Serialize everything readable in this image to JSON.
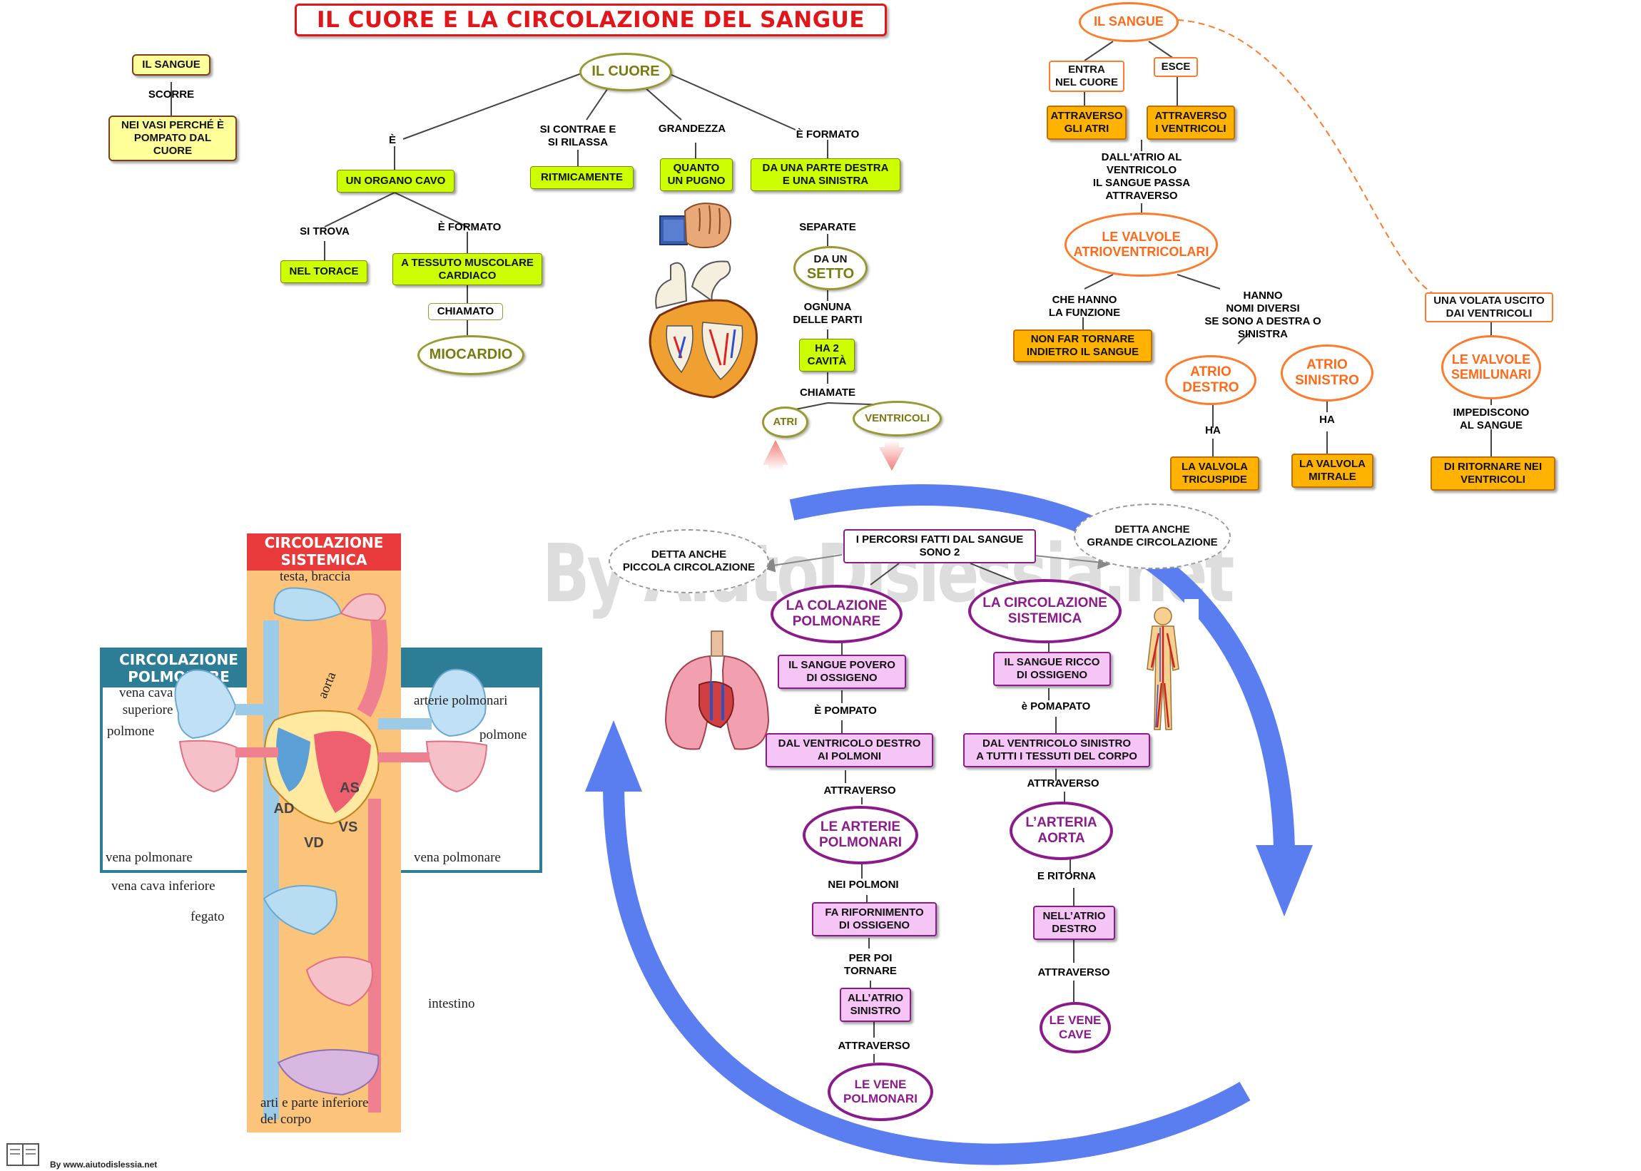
{
  "title": "IL CUORE E LA CIRCOLAZIONE  DEL  SANGUE",
  "watermark": "By AiutoDislessia.net",
  "footer": "By www.aiutodislessia.net",
  "colors": {
    "title_red": "#e0161b",
    "olive": "#999933",
    "lime": "#ccff00",
    "orange": "#ff7a2a",
    "amber": "#ffb300",
    "purple": "#8b1a8b",
    "pink": "#f5c6f5",
    "arrow_blue": "#5a7df0"
  },
  "nodes": {
    "sangue_left": "IL SANGUE",
    "scorre": "SCORRE",
    "nei_vasi": "NEI VASI PERCHÉ È\nPOMPATO DAL\nCUORE",
    "cuore": "IL CUORE",
    "e": "È",
    "si_contrae": "SI CONTRAE E\nSI RILASSA",
    "grandezza": "GRANDEZZA",
    "e_formato_top": "È FORMATO",
    "organo": "UN ORGANO CAVO",
    "ritmicamente": "RITMICAMENTE",
    "pugno": "QUANTO\nUN PUGNO",
    "destra_sinistra": "DA UNA PARTE DESTRA\nE UNA SINISTRA",
    "si_trova": "SI TROVA",
    "e_formato": "È FORMATO",
    "torace": "NEL TORACE",
    "tessuto": "A TESSUTO MUSCOLARE\nCARDIACO",
    "chiamato": "CHIAMATO",
    "miocardio": "MIOCARDIO",
    "separate": "SEPARATE",
    "setto_a": "DA UN",
    "setto_b": "SETTO",
    "ognuna": "OGNUNA\nDELLE PARTI",
    "ha2": "HA 2\nCAVITÀ",
    "chiamate": "CHIAMATE",
    "atri": "ATRI",
    "ventricoli": "VENTRICOLI",
    "sangue_right": "IL SANGUE",
    "entra": "ENTRA\nNEL CUORE",
    "esce": "ESCE",
    "attr_atri": "ATTRAVERSO\nGLI ATRI",
    "attr_ventricoli": "ATTRAVERSO\nI VENTRICOLI",
    "dallatrio": "DALL'ATRIO AL\nVENTRICOLO\nIL SANGUE PASSA\nATTRAVERSO",
    "valvole_av": "LE VALVOLE\nATRIOVENTRICOLARI",
    "che_hanno": "CHE HANNO\nLA FUNZIONE",
    "hanno_nomi": "HANNO\nNOMI DIVERSI\nSE SONO A DESTRA O\nSINISTRA",
    "non_far": "NON FAR TORNARE\nINDIETRO IL SANGUE",
    "atrio_destro": "ATRIO\nDESTRO",
    "atrio_sinistro": "ATRIO\nSINISTRO",
    "ha1": "HA",
    "ha2b": "HA",
    "tricuspide": "LA  VALVOLA\nTRICUSPIDE",
    "mitrale": "LA VALVOLA\nMITRALE",
    "volata": "UNA VOLATA USCITO\nDAI VENTRICOLI",
    "semilunari": "LE VALVOLE\nSEMILUNARI",
    "impediscono": "IMPEDISCONO\nAL SANGUE",
    "ritornare": "DI RITORNARE NEI\nVENTRICOLI",
    "percorsi": "I PERCORSI FATTI DAL SANGUE\nSONO 2",
    "piccola": "DETTA ANCHE\nPICCOLA CIRCOLAZIONE",
    "grande": "DETTA ANCHE\nGRANDE CIRCOLAZIONE",
    "polmonare": "LA COLAZIONE\nPOLMONARE",
    "sistemica": "LA CIRCOLAZIONE\nSISTEMICA",
    "povero": "IL SANGUE POVERO\nDI OSSIGENO",
    "ricco": "IL SANGUE RICCO\nDI OSSIGENO",
    "pompato_l": "È POMPATO",
    "pomapato_r": "è POMAPATO",
    "dal_vd": "DAL VENTRICOLO DESTRO\nAI POLMONI",
    "dal_vs": "DAL VENTRICOLO SINISTRO\nA TUTTI I TESSUTI DEL CORPO",
    "attraverso1": "ATTRAVERSO",
    "attraverso2": "ATTRAVERSO",
    "arterie": "LE ARTERIE\nPOLMONARI",
    "aorta": "L’ARTERIA\nAORTA",
    "nei_polmoni": "NEI POLMONI",
    "e_ritorna": "E RITORNA",
    "rifornimento": "FA RIFORNIMENTO\nDI OSSIGENO",
    "atrio_d": "NELL’ATRIO\nDESTRO",
    "per_poi": "PER POI\nTORNARE",
    "attraverso3": "ATTRAVERSO",
    "atrio_s": "ALL’ATRIO\nSINISTRO",
    "vene_cave": "LE VENE\nCAVE",
    "attraverso4": "ATTRAVERSO",
    "vene_polm": "LE VENE\nPOLMONARI"
  },
  "circulation": {
    "sistemica_header": "CIRCOLAZIONE\nSISTEMICA",
    "polmonare_header": "CIRCOLAZIONE\nPOLMONARE",
    "testa": "testa, braccia",
    "vena_cava_sup": "vena cava\nsuperiore",
    "polmone_l": "polmone",
    "polmone_r": "polmone",
    "aorta": "aorta",
    "arterie_polmonari": "arterie polmonari",
    "vena_polm_l": "vena polmonare",
    "vena_polm_r": "vena polmonare",
    "vena_cava_inf": "vena cava inferiore",
    "fegato": "fegato",
    "intestino": "intestino",
    "arti": "arti e parte inferiore\ndel corpo",
    "ad": "AD",
    "as": "AS",
    "vd": "VD",
    "vs": "VS"
  }
}
